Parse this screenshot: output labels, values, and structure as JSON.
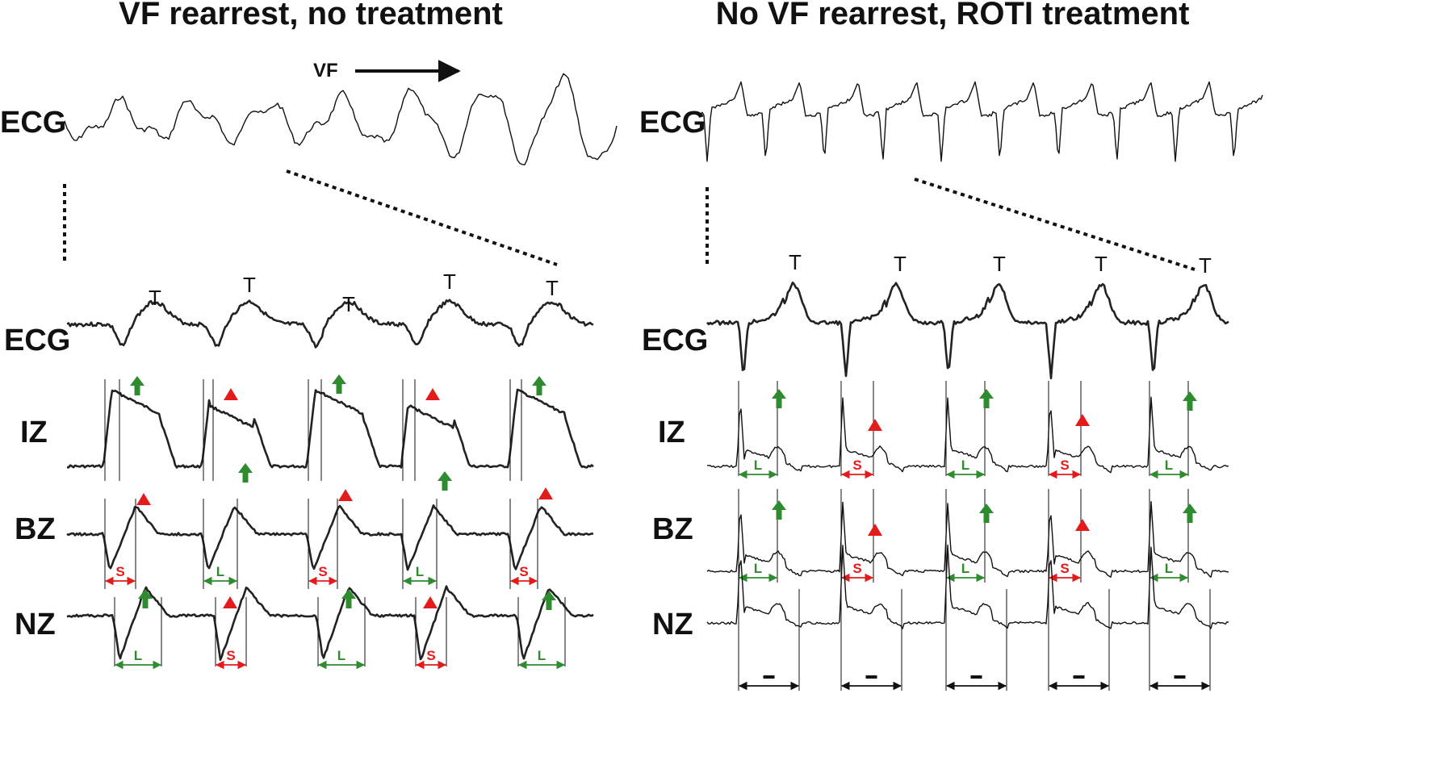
{
  "panels": [
    {
      "title": "VF rearrest, no treatment",
      "vf_label": "VF",
      "ecg_label": "ECG",
      "zoom_ecg_label": "ECG",
      "t_labels": [
        "T",
        "T",
        "T",
        "T",
        "T"
      ],
      "rows": [
        {
          "label": "IZ",
          "markers": [
            "green-arrow",
            "red-triangle",
            "green-arrow",
            "red-triangle",
            "green-arrow"
          ],
          "intervals": []
        },
        {
          "label": "BZ",
          "markers": [
            "red-triangle",
            "green-arrow",
            "red-triangle",
            "green-arrow",
            "red-triangle"
          ],
          "intervals": [
            "S",
            "L",
            "S",
            "L",
            "S"
          ]
        },
        {
          "label": "NZ",
          "markers": [
            "green-arrow",
            "red-triangle",
            "green-arrow",
            "red-triangle",
            "green-arrow"
          ],
          "intervals": [
            "L",
            "S",
            "L",
            "S",
            "L"
          ]
        }
      ]
    },
    {
      "title": "No VF rearrest, ROTI treatment",
      "ecg_label": "ECG",
      "zoom_ecg_label": "ECG",
      "t_labels": [
        "T",
        "T",
        "T",
        "T",
        "T"
      ],
      "rows": [
        {
          "label": "IZ",
          "markers": [
            "green-arrow",
            "red-triangle",
            "green-arrow",
            "red-triangle",
            "green-arrow"
          ],
          "intervals": [
            "L",
            "S",
            "L",
            "S",
            "L"
          ]
        },
        {
          "label": "BZ",
          "markers": [
            "green-arrow",
            "red-triangle",
            "green-arrow",
            "red-triangle",
            "green-arrow"
          ],
          "intervals": [
            "L",
            "S",
            "L",
            "S",
            "L"
          ]
        },
        {
          "label": "NZ",
          "markers": [],
          "intervals": [
            "-",
            "-",
            "-",
            "-",
            "-"
          ]
        }
      ]
    }
  ],
  "colors": {
    "long": "#2e8b2e",
    "short": "#e31b1b",
    "equal": "#111111",
    "trace": "#111111"
  }
}
